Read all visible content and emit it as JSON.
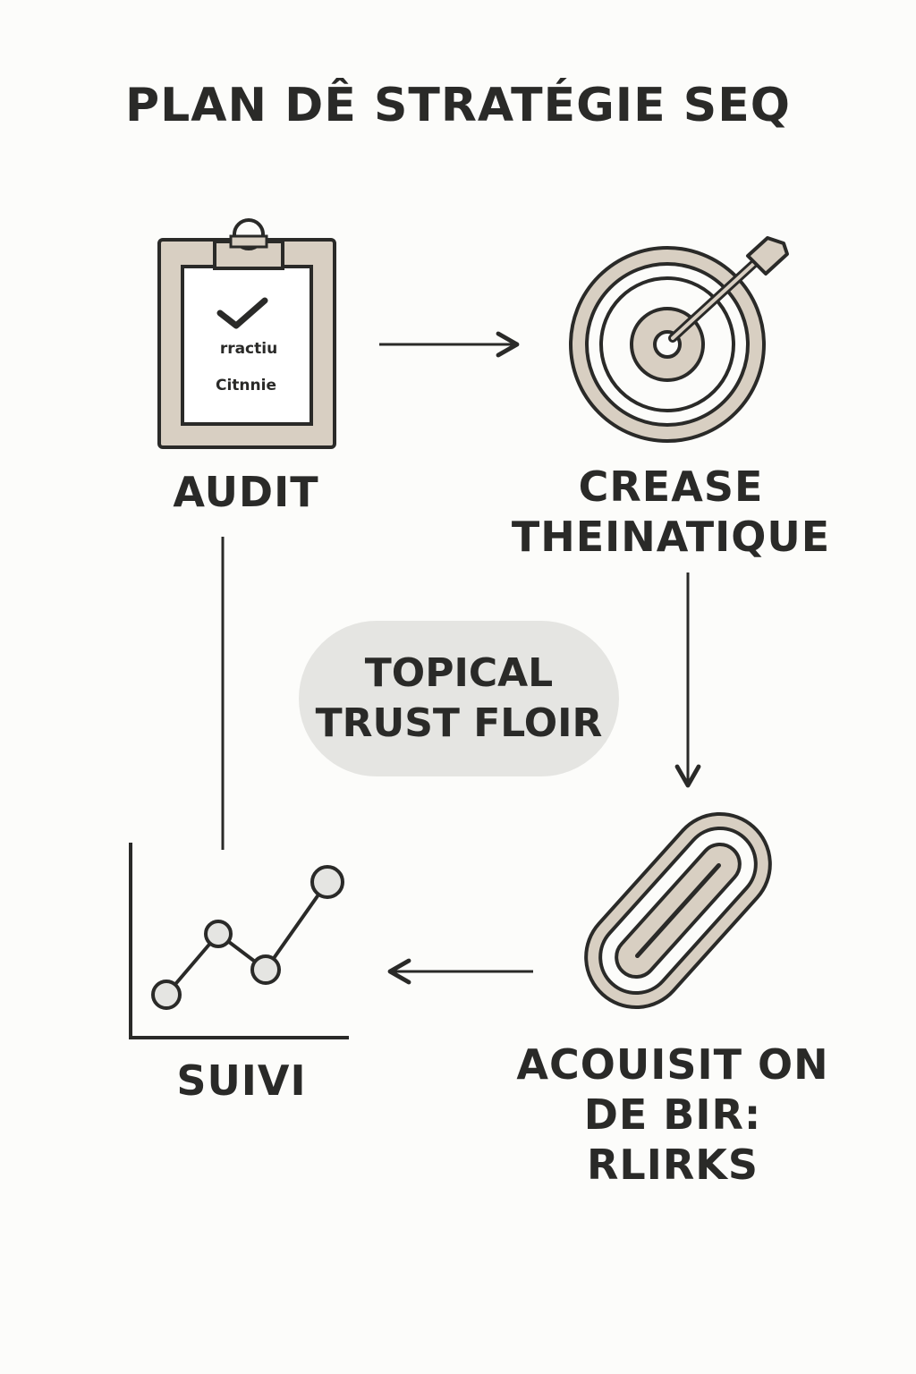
{
  "title": "PLAN DÊ STRATÉGIE SEQ",
  "steps": {
    "audit": {
      "label": "AUDIT",
      "icon": "clipboard-icon",
      "clipboard_lines": [
        "rractiu",
        "Citnnie"
      ]
    },
    "creation": {
      "label_line1": "CREASE",
      "label_line2": "THEINATIQUE",
      "icon": "target-icon"
    },
    "acquisition": {
      "label_line1": "ACOUISIT ON",
      "label_line2": "DE BIR: RLIRKS",
      "icon": "link-icon"
    },
    "suivi": {
      "label": "SUIVI",
      "icon": "line-chart-icon"
    }
  },
  "center": {
    "line1": "TOPICAL",
    "line2": "TRUST FLOIR"
  },
  "colors": {
    "background": "#fcfcfa",
    "ink": "#2a2a28",
    "icon_fill": "#d8cfc2",
    "pill": "#e5e5e2"
  }
}
